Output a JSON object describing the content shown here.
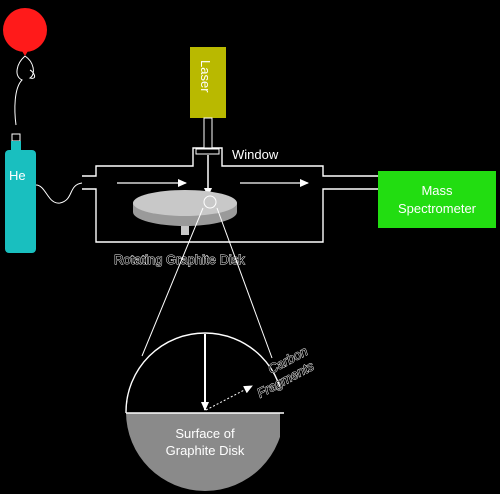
{
  "labels": {
    "laser": "Laser",
    "window": "Window",
    "gas": "He",
    "mass_spectrometer_line1": "Mass",
    "mass_spectrometer_line2": "Spectrometer",
    "disk": "Rotating Graphite Disk",
    "fragments_line1": "Carbon",
    "fragments_line2": "Fragments",
    "surface_line1": "Surface of",
    "surface_line2": "Graphite Disk"
  },
  "colors": {
    "background": "#000000",
    "balloon": "#ff1a1a",
    "laser_box": "#b9b900",
    "gas_cylinder": "#19bfbf",
    "mass_spectrometer": "#22dd11",
    "disk": "#c8c8c8",
    "surface": "#8a8a8a",
    "lines": "#ffffff"
  },
  "icons": {
    "balloon": "balloon-icon",
    "gas_cylinder": "gas-cylinder-icon"
  }
}
